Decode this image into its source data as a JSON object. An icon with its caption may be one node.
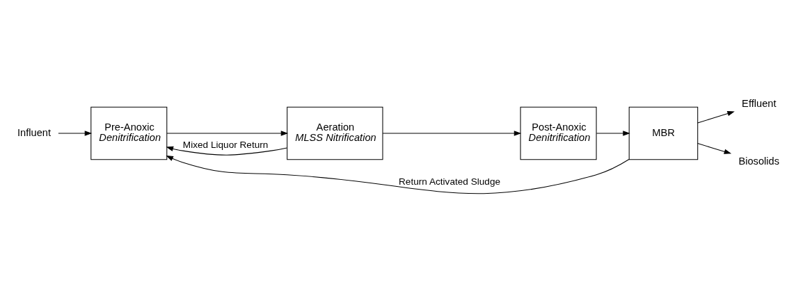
{
  "diagram": {
    "nodes": [
      {
        "text": [
          "Influent"
        ]
      },
      {
        "text": [
          "Pre-Anoxic",
          "Denitrification"
        ]
      },
      {
        "text": [
          "Aeration",
          "MLSS Nitrification"
        ]
      },
      {
        "text": [
          "Post-Anoxic",
          "Denitrification"
        ]
      },
      {
        "text": [
          "MBR"
        ]
      },
      {
        "text": [
          "Effluent"
        ]
      },
      {
        "text": [
          "Biosolids"
        ]
      }
    ],
    "edges": [
      {
        "from": 0,
        "to": 1,
        "arrow": "to"
      },
      {
        "from": 1,
        "to": 2,
        "arrow": "to"
      },
      {
        "from": 2,
        "to": 3,
        "arrow": "to"
      },
      {
        "from": 2,
        "to": 1,
        "arrow": "to",
        "label": "Mixed Liquor Return"
      },
      {
        "from": 3,
        "to": 4,
        "arrow": "to"
      },
      {
        "from": 4,
        "to": 5,
        "arrow": "to"
      },
      {
        "from": 4,
        "to": 1,
        "arrow": "to",
        "label": "Return Activated Sludge"
      },
      {
        "from": 4,
        "to": 6,
        "arrow": "to"
      }
    ]
  }
}
